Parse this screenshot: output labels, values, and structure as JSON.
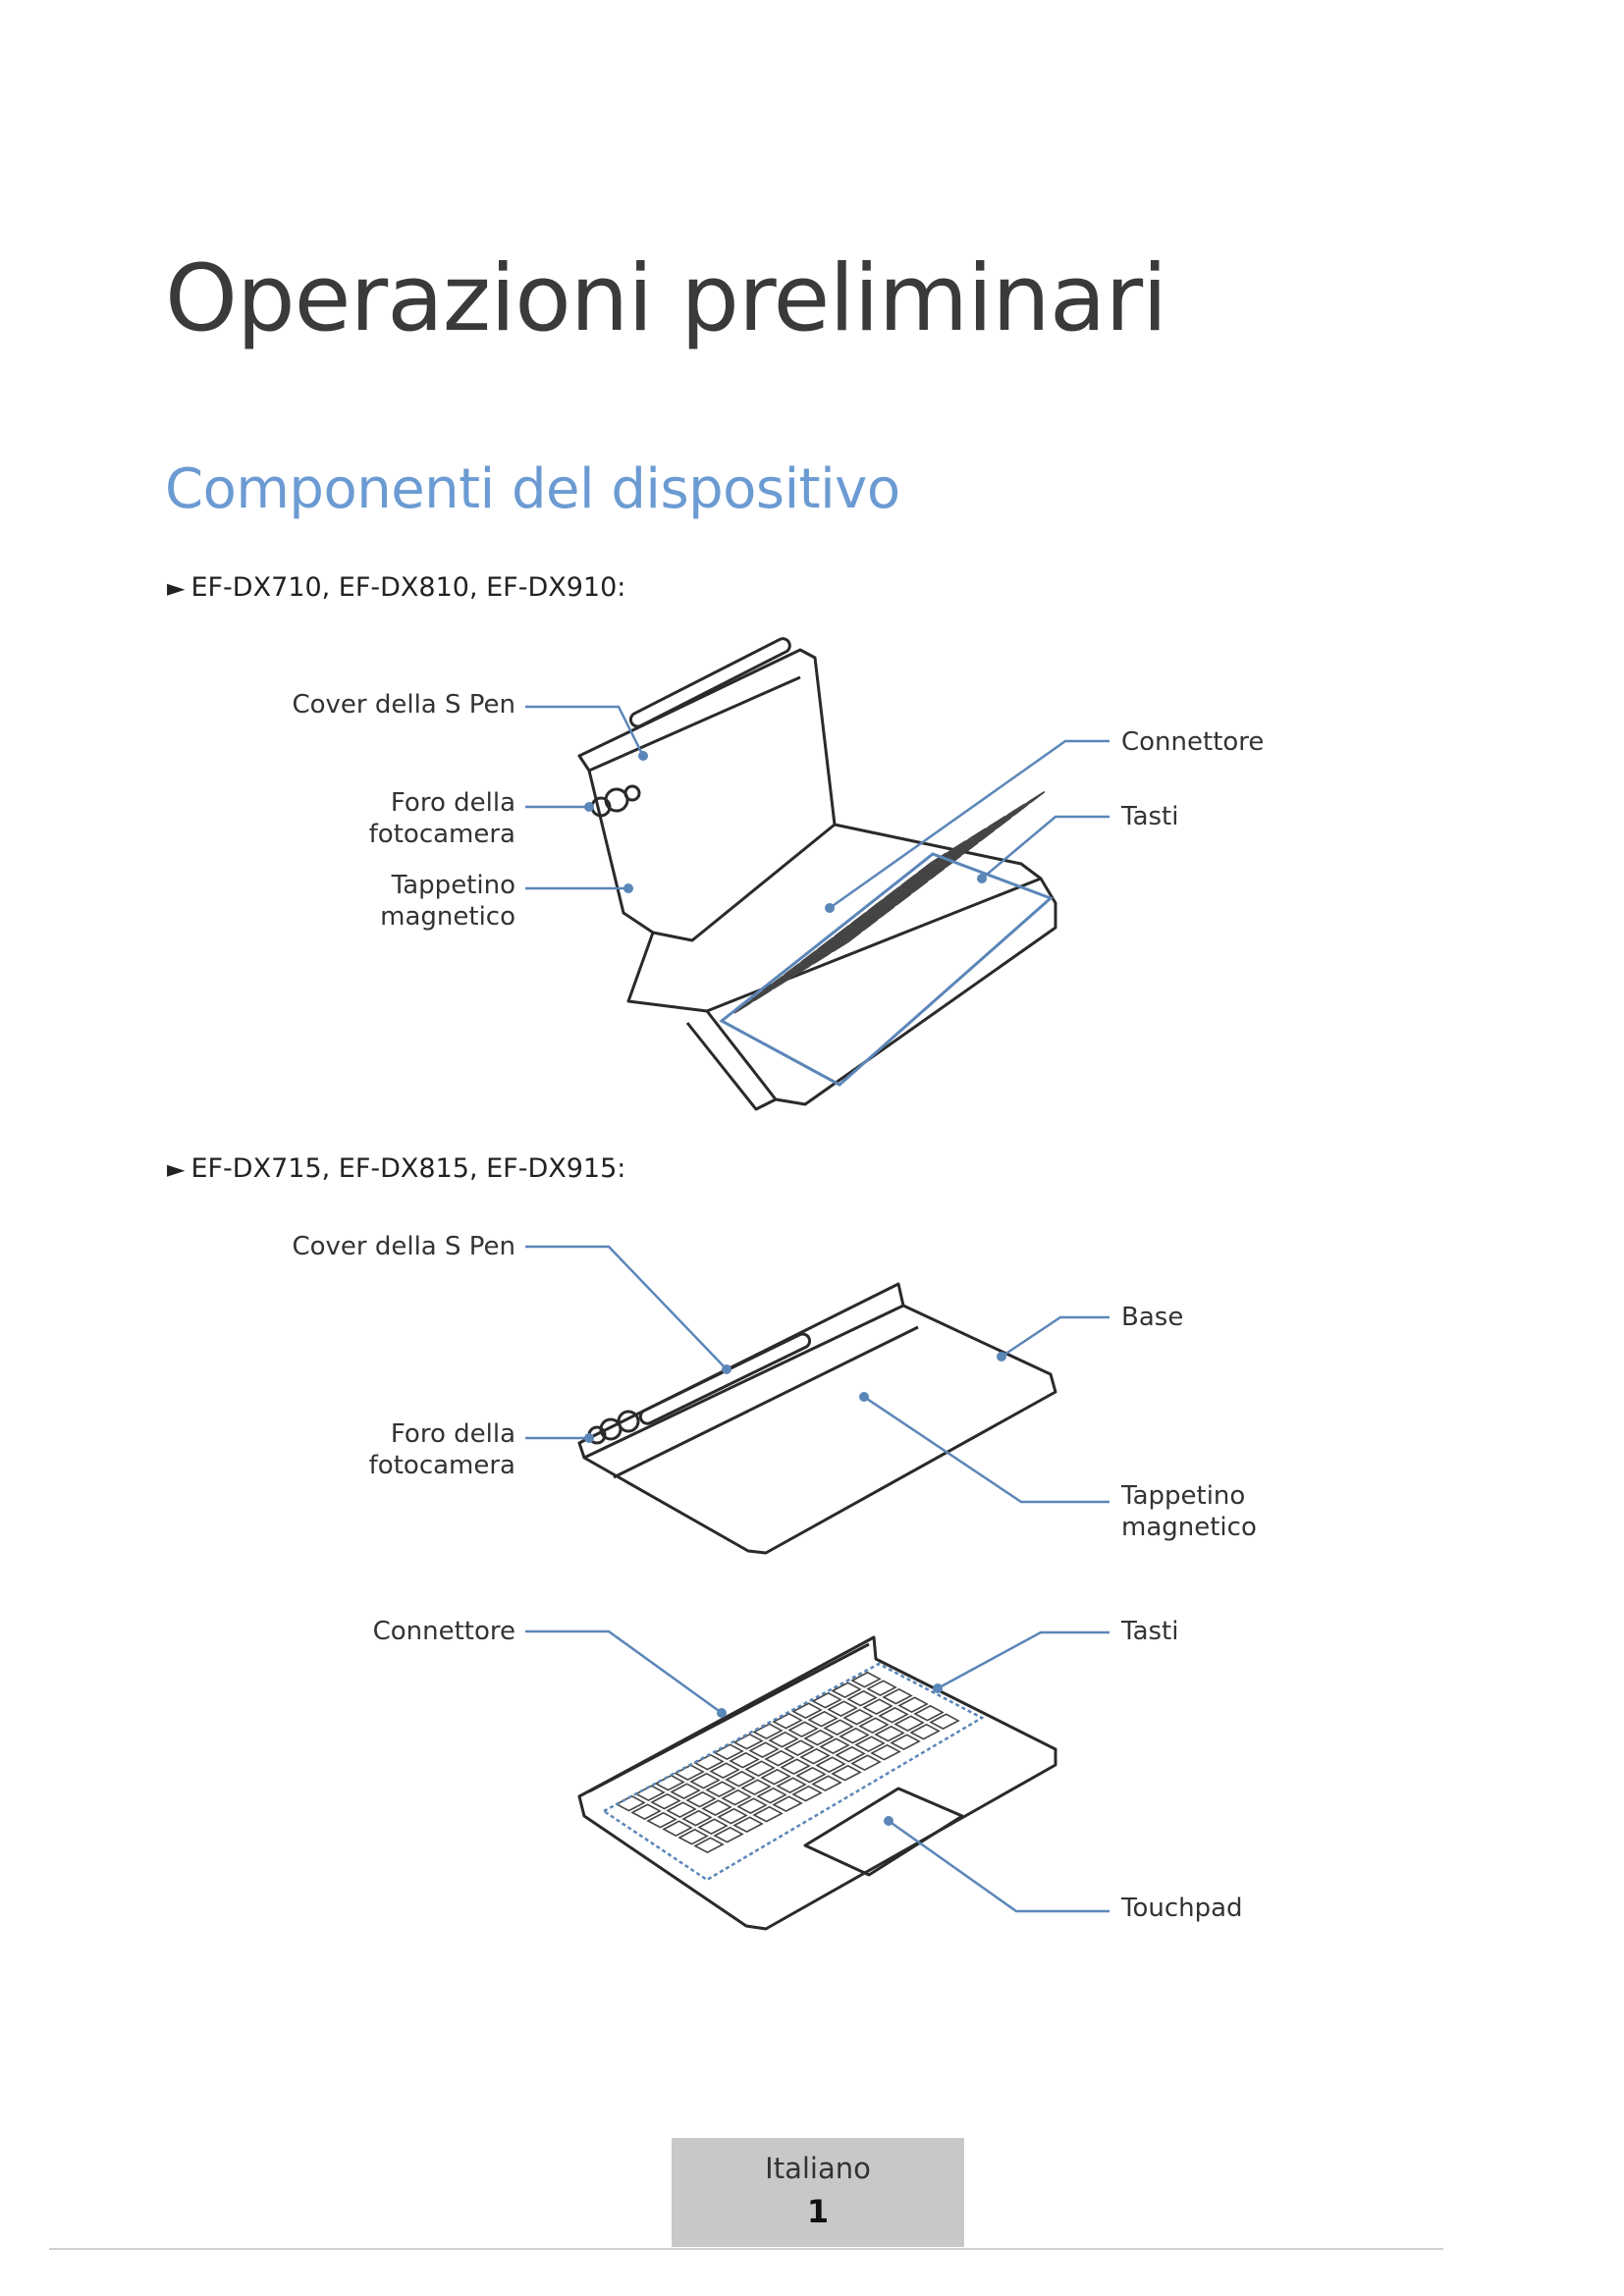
{
  "title": "Operazioni preliminari",
  "section_title": "Componenti del dispositivo",
  "model_a": {
    "marker": "►",
    "models": "EF-DX710, EF-DX810, EF-DX910:",
    "labels": {
      "spen_cover": "Cover della S Pen",
      "camera_hole_1": "Foro della",
      "camera_hole_2": "fotocamera",
      "magnetic_pad_1": "Tappetino",
      "magnetic_pad_2": "magnetico",
      "connector": "Connettore",
      "keys": "Tasti"
    }
  },
  "model_b": {
    "marker": "►",
    "models": "EF-DX715, EF-DX815, EF-DX915:",
    "labels": {
      "spen_cover": "Cover della S Pen",
      "camera_hole_1": "Foro della",
      "camera_hole_2": "fotocamera",
      "base": "Base",
      "magnetic_pad_1": "Tappetino",
      "magnetic_pad_2": "magnetico",
      "connector": "Connettore",
      "keys": "Tasti",
      "touchpad": "Touchpad"
    }
  },
  "footer": {
    "language": "Italiano",
    "page_number": "1"
  },
  "colors": {
    "accent": "#6b9bd2",
    "callout": "#5b86b8",
    "footer_bg": "#c8c8c8"
  }
}
